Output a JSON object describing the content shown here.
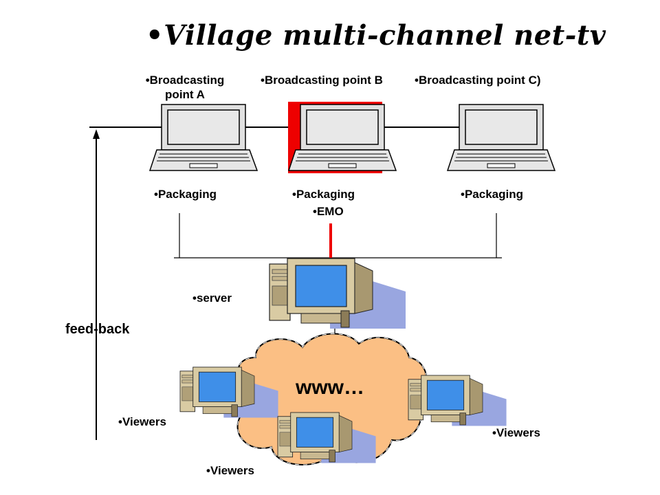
{
  "title": "Village multi-channel net-tv",
  "bullet": "•",
  "broadcast_points": [
    {
      "label_line1": "Broadcasting",
      "label_line2": "point A",
      "sub1": "Packaging",
      "sub2": ""
    },
    {
      "label_line1": "Broadcasting point B",
      "label_line2": "",
      "sub1": "Packaging",
      "sub2": "EMO"
    },
    {
      "label_line1": "Broadcasting point C)",
      "label_line2": "",
      "sub1": "Packaging",
      "sub2": ""
    }
  ],
  "server_label": "server",
  "feedback_label": "feed-back",
  "cloud_label": "www…",
  "viewers": [
    "Viewers",
    "Viewers",
    "Viewers"
  ],
  "colors": {
    "highlight": "#ee0000",
    "cloud": "#fbbf84",
    "screen": "#3f8fe8",
    "shadow": "#99a6e0",
    "case": "#d9cba3"
  }
}
